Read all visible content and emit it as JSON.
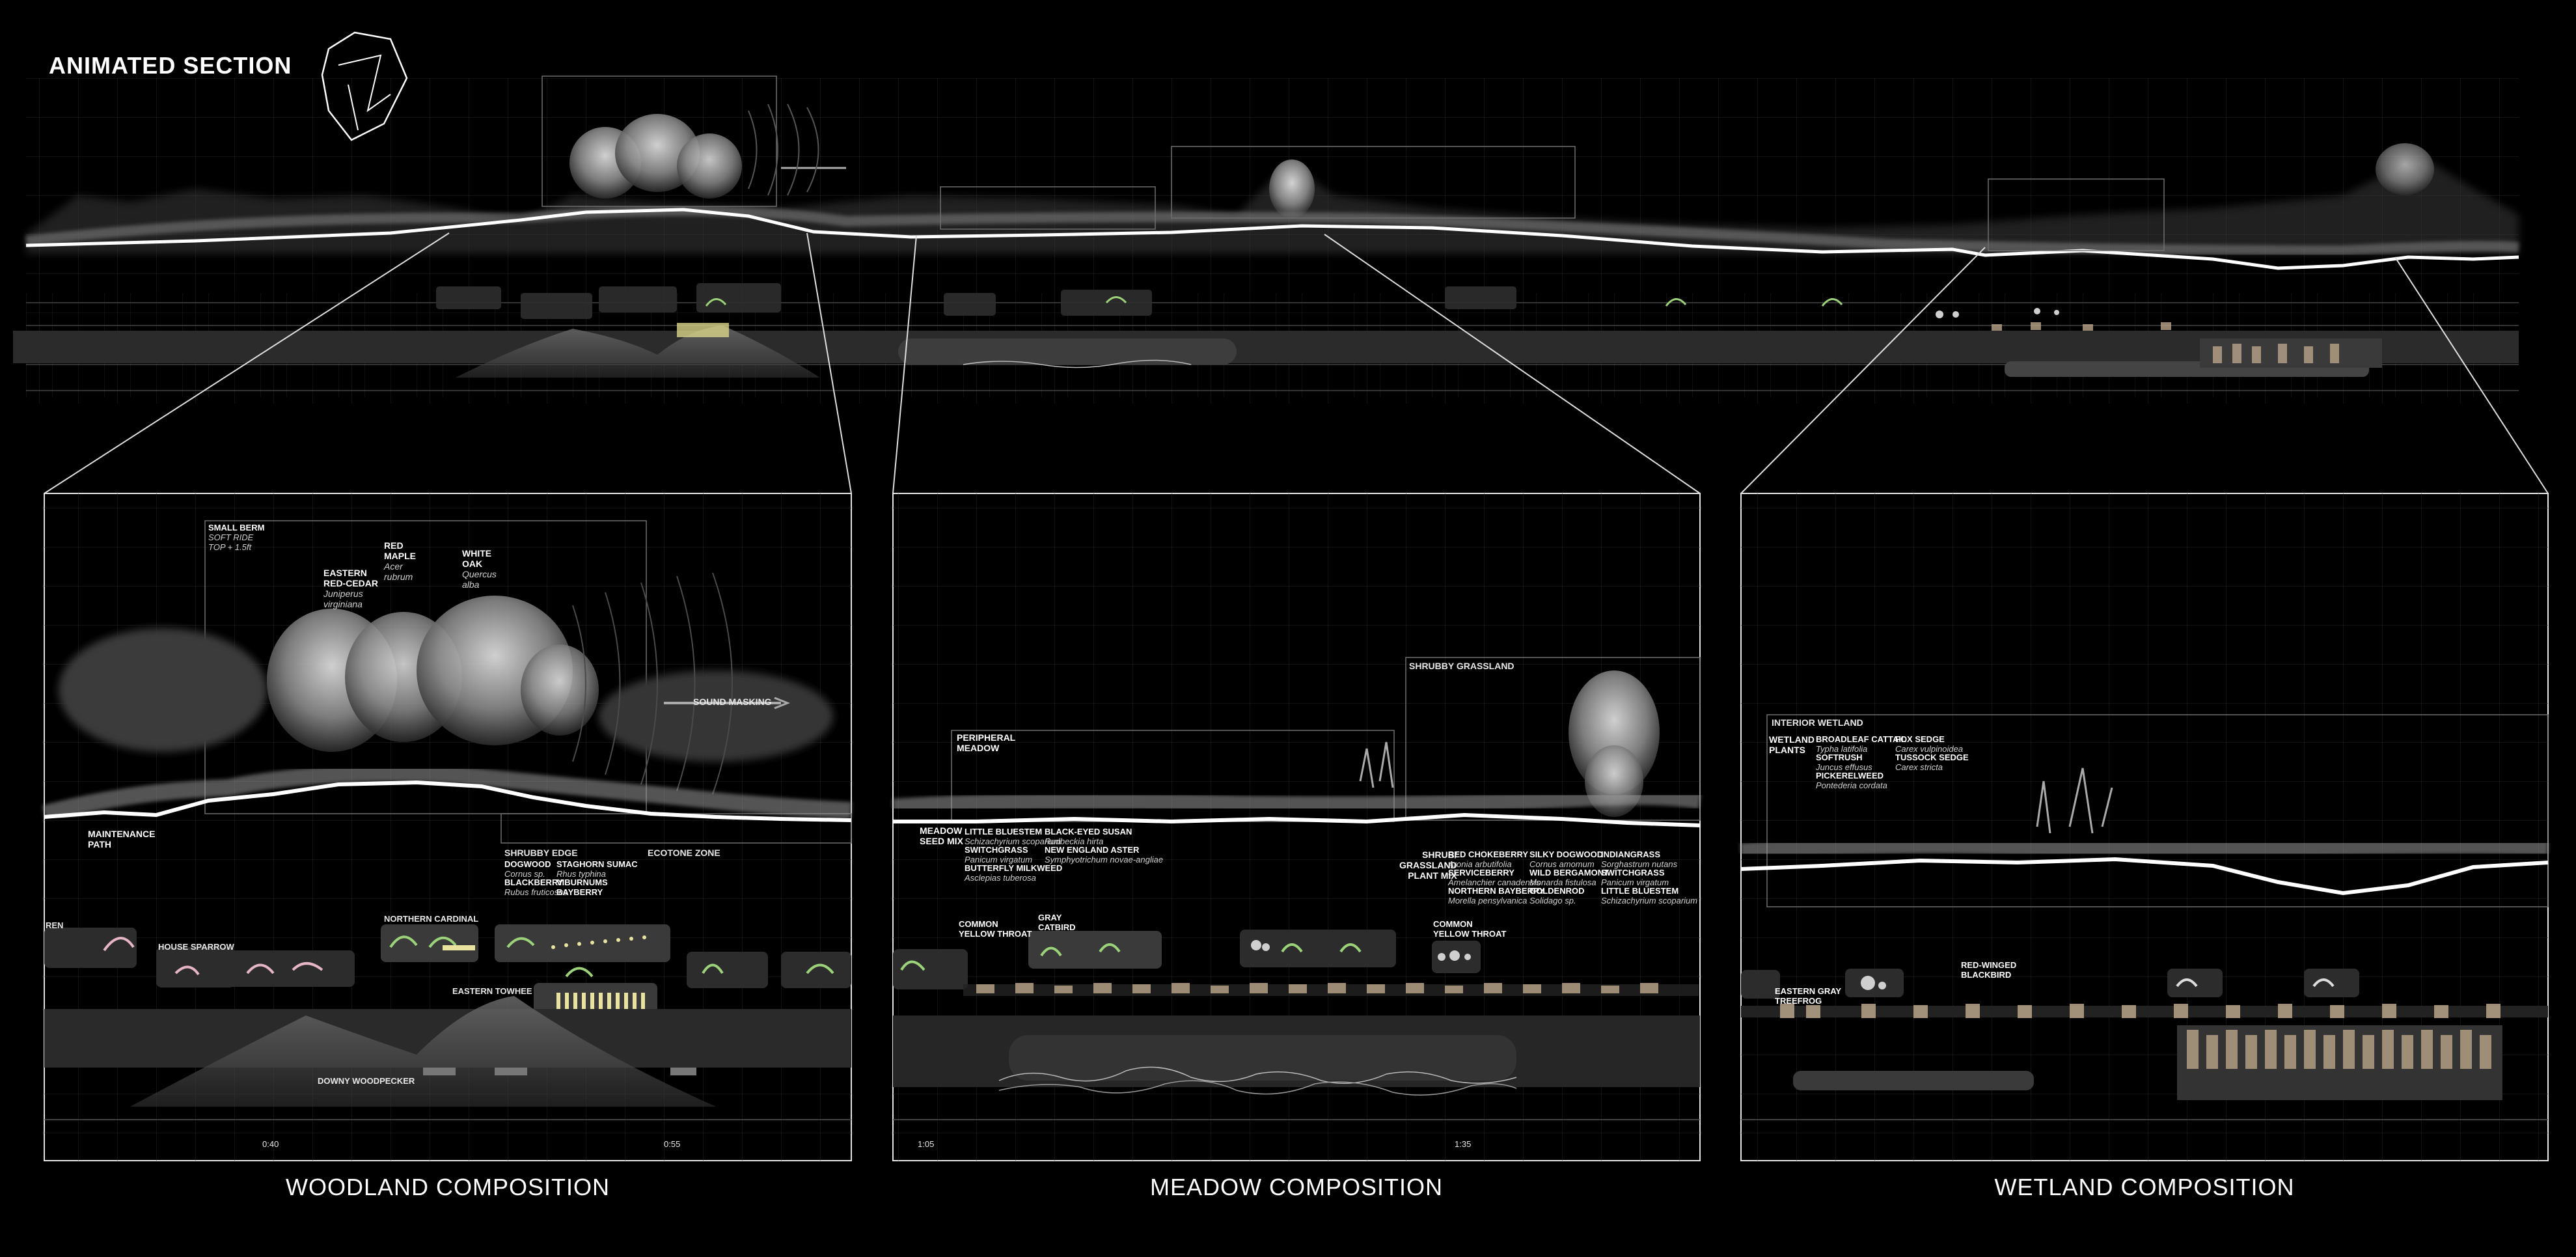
{
  "title": "ANIMATED SECTION",
  "compositions": {
    "woodland": "WOODLAND COMPOSITION",
    "meadow": "MEADOW COMPOSITION",
    "wetland": "WETLAND COMPOSITION"
  },
  "woodland": {
    "berm": {
      "title": "SMALL BERM",
      "l1": "SOFT RIDE",
      "l2": "TOP + 1.5ft"
    },
    "cedar": {
      "n1": "EASTERN",
      "n2": "RED-CEDAR",
      "s1": "Juniperus",
      "s2": "virginiana"
    },
    "maple": {
      "n1": "RED",
      "n2": "MAPLE",
      "s1": "Acer",
      "s2": "rubrum"
    },
    "oak": {
      "n1": "WHITE",
      "n2": "OAK",
      "s1": "Quercus",
      "s2": "alba"
    },
    "sound": "SOUND MASKING",
    "path": {
      "l1": "MAINTENANCE",
      "l2": "PATH"
    },
    "shrub_edge": "SHRUBBY EDGE",
    "ecotone": "ECOTONE ZONE",
    "plants": {
      "p1": {
        "n": "DOGWOOD",
        "s": "Cornus sp."
      },
      "p2": {
        "n": "STAGHORN SUMAC",
        "s": "Rhus typhina"
      },
      "p3": {
        "n": "BLACKBERRY",
        "s": "Rubus fruticosus"
      },
      "p4": {
        "n": "VIBURNUMS",
        "s": "BAYBERRY"
      }
    },
    "birds": {
      "wren": "REN",
      "sparrow": "HOUSE SPARROW",
      "cardinal": "NORTHERN CARDINAL",
      "towhee": "EASTERN TOWHEE",
      "woodpecker": "DOWNY WOODPECKER"
    },
    "times": {
      "t1": "0:40",
      "t2": "0:55"
    }
  },
  "meadow": {
    "peripheral": {
      "l1": "PERIPHERAL",
      "l2": "MEADOW"
    },
    "shrubby": "SHRUBBY GRASSLAND",
    "seedmix": {
      "l1": "MEADOW",
      "l2": "SEED MIX"
    },
    "plants": {
      "p1": {
        "n": "LITTLE BLUESTEM",
        "s": "Schizachyrium scoparium"
      },
      "p2": {
        "n": "SWITCHGRASS",
        "s": "Panicum virgatum"
      },
      "p3": {
        "n": "BUTTERFLY MILKWEED",
        "s": "Asclepias tuberosa"
      },
      "p4": {
        "n": "BLACK-EYED SUSAN",
        "s": "Rudbeckia hirta"
      },
      "p5": {
        "n": "NEW ENGLAND ASTER",
        "s": "Symphyotrichum novae-angliae"
      }
    },
    "shrubmix": {
      "l1": "SHRUB/",
      "l2": "GRASSLAND",
      "l3": "PLANT MIX"
    },
    "shrubplants": {
      "q1": {
        "n": "RED CHOKEBERRY",
        "s": "Aronia arbutifolia"
      },
      "q2": {
        "n": "SERVICEBERRY",
        "s": "Amelanchier canadensis"
      },
      "q3": {
        "n": "NORTHERN BAYBERRY",
        "s": "Morella pensylvanica"
      },
      "q4": {
        "n": "SILKY DOGWOOD",
        "s": "Cornus amomum"
      },
      "q5": {
        "n": "WILD BERGAMONT",
        "s": "Monarda fistulosa"
      },
      "q6": {
        "n": "GOLDENROD",
        "s": "Solidago sp."
      },
      "q7": {
        "n": "INDIANGRASS",
        "s": "Sorghastrum nutans"
      },
      "q8": {
        "n": "SWITCHGRASS",
        "s": "Panicum virgatum"
      },
      "q9": {
        "n": "LITTLE BLUESTEM",
        "s": "Schizachyrium scoparium"
      }
    },
    "birds": {
      "yt1": "COMMON",
      "yt2": "YELLOW THROAT",
      "cat1": "GRAY",
      "cat2": "CATBIRD",
      "yt3": "COMMON",
      "yt4": "YELLOW THROAT"
    },
    "times": {
      "t1": "1:05",
      "t2": "1:35"
    }
  },
  "wetland": {
    "interior": "INTERIOR WETLAND",
    "plants_title": {
      "l1": "WETLAND",
      "l2": "PLANTS"
    },
    "plants": {
      "p1": {
        "n": "BROADLEAF CATTAIL",
        "s": "Typha latifolia"
      },
      "p2": {
        "n": "SOFTRUSH",
        "s": "Juncus effusus"
      },
      "p3": {
        "n": "PICKERELWEED",
        "s": "Pontederia cordata"
      },
      "p4": {
        "n": "FOX SEDGE",
        "s": "Carex vulpinoidea"
      },
      "p5": {
        "n": "TUSSOCK SEDGE",
        "s": "Carex stricta"
      }
    },
    "birds": {
      "frog1": "EASTERN GRAY",
      "frog2": "TREEFROG",
      "bb1": "RED-WINGED",
      "bb2": "BLACKBIRD"
    }
  },
  "colors": {
    "background": "#000000",
    "line": "#ffffff",
    "grid": "#2a2a2a",
    "accent_green": "#9bd27a",
    "accent_yellow": "#e8e4a0",
    "accent_pink": "#e7b6c6",
    "accent_tan": "#b9a58a"
  }
}
